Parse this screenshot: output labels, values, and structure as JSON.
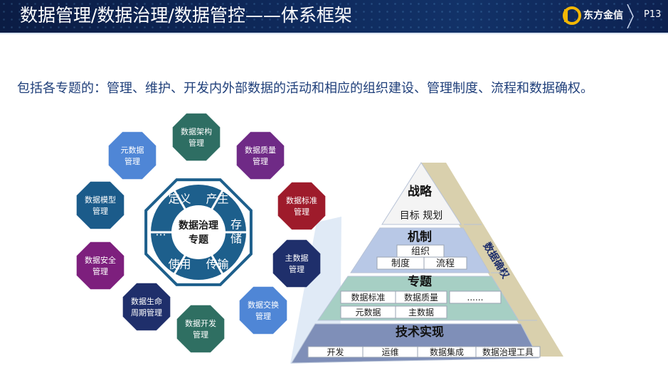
{
  "header": {
    "title": "数据管理/数据治理/数据管控——体系框架",
    "logo_text": "东方金信",
    "page": "P13"
  },
  "subtitle": "包括各专题的：管理、维护、开发内外部数据的活动和相应的组织建设、管理制度、流程和数据确权。",
  "wheel": {
    "center": [
      "数据治理",
      "专题"
    ],
    "segments": [
      "定义",
      "产生",
      "存储",
      "传输",
      "使用",
      "..."
    ]
  },
  "topics": [
    {
      "label": [
        "数据架构",
        "管理"
      ],
      "color": "#2e6e63"
    },
    {
      "label": [
        "数据质量",
        "管理"
      ],
      "color": "#6f2a86"
    },
    {
      "label": [
        "数据标准",
        "管理"
      ],
      "color": "#9e1b2b"
    },
    {
      "label": [
        "主数据",
        "管理"
      ],
      "color": "#1f2f6b"
    },
    {
      "label": [
        "数据交换",
        "管理"
      ],
      "color": "#4f86d6"
    },
    {
      "label": [
        "数据开发",
        "管理"
      ],
      "color": "#2f6f62"
    },
    {
      "label": [
        "数据生命",
        "周期管理"
      ],
      "color": "#1f2f6b"
    },
    {
      "label": [
        "数据安全",
        "管理"
      ],
      "color": "#7d1f7d"
    },
    {
      "label": [
        "数据模型",
        "管理"
      ],
      "color": "#1b5b8a"
    },
    {
      "label": [
        "元数据",
        "管理"
      ],
      "color": "#4f86d6"
    }
  ],
  "pyramid": {
    "side_label": "数据确权",
    "levels": [
      {
        "title": "战略",
        "items": [
          "目标  规划"
        ]
      },
      {
        "title": "机制",
        "items": [
          "组织",
          "制度",
          "流程"
        ]
      },
      {
        "title": "专题",
        "items": [
          "数据标准",
          "数据质量",
          "......",
          "元数据",
          "主数据"
        ]
      },
      {
        "title": "技术实现",
        "items": [
          "开发",
          "运维",
          "数据集成",
          "数据治理工具"
        ]
      }
    ]
  },
  "colors": {
    "header_bg": "#0f2a5c",
    "subtitle": "#1f3f7a",
    "wheel": "#1d5f8c",
    "level_strategy": "#f4f4f4",
    "level_mechanism": "#b8c8e6",
    "level_topic": "#a6cfc4",
    "level_tech": "#7f8fb8",
    "side": "#d9d0ad"
  }
}
